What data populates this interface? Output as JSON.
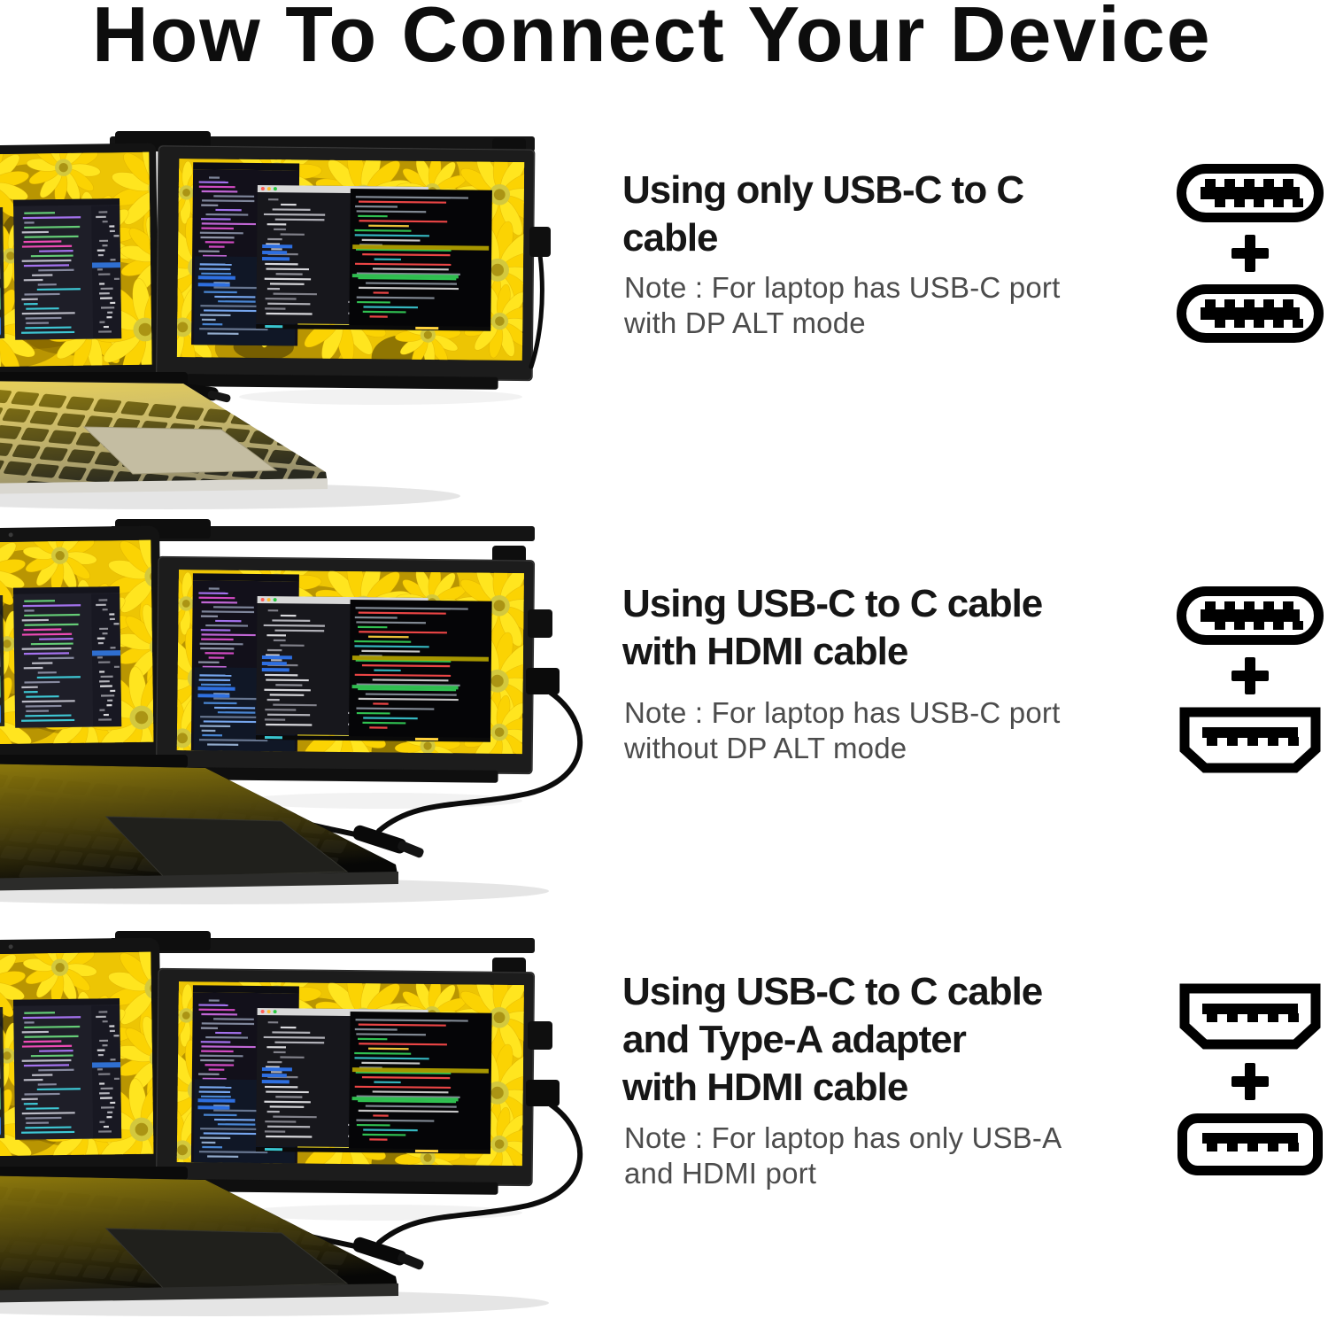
{
  "title": "How To Connect Your Device",
  "sections": [
    {
      "heading": "Using only USB-C to C\ncable",
      "note": "Note : For laptop has USB-C port\nwith DP ALT mode",
      "icons": [
        "usb-c",
        "plus",
        "usb-c"
      ],
      "photo": {
        "laptop": "silver",
        "connection": "usb-c-direct"
      }
    },
    {
      "heading": "Using USB-C to C cable\nwith HDMI cable",
      "note": "Note : For laptop has USB-C port\nwithout DP ALT mode",
      "icons": [
        "usb-c",
        "plus",
        "hdmi"
      ],
      "photo": {
        "laptop": "black",
        "connection": "usb-c-with-hdmi"
      }
    },
    {
      "heading": "Using USB-C to C cable\nand Type-A adapter\nwith HDMI cable",
      "note": "Note : For laptop has only USB-A\nand HDMI port",
      "icons": [
        "hdmi",
        "plus",
        "usb-a"
      ],
      "photo": {
        "laptop": "black",
        "connection": "usb-a-adapter-hdmi"
      }
    }
  ],
  "colors": {
    "background": "#ffffff",
    "title_text": "#0d0d0d",
    "heading_text": "#161616",
    "note_text": "#4c4c4c",
    "icon_black": "#000000",
    "wallpaper_yellow": "#edc504",
    "petal_yellow": "#ffe51f",
    "bezel_black": "#161616",
    "silver_laptop": "#c2bba4",
    "black_laptop": "#121210"
  }
}
